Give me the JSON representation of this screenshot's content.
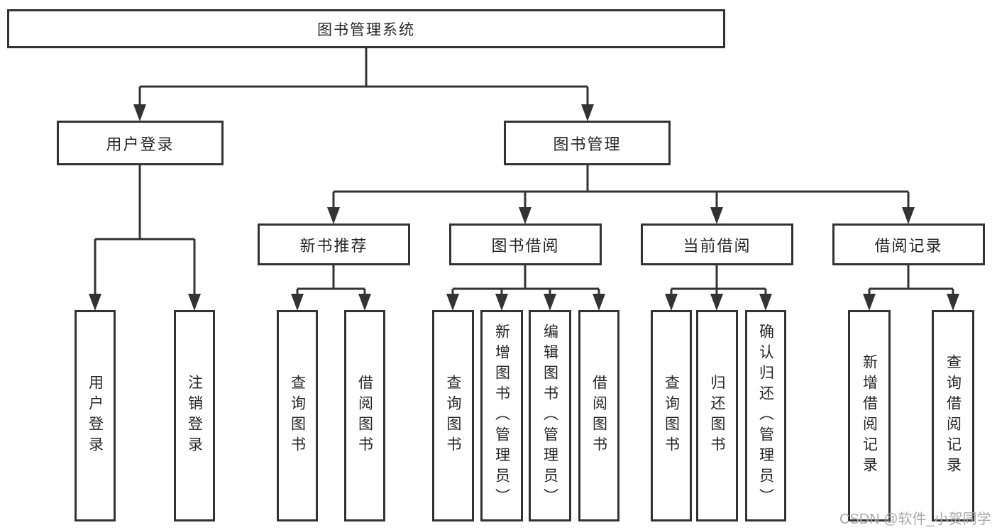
{
  "nodes": {
    "root": {
      "label": "图书管理系统"
    },
    "user_login": {
      "label": "用户登录"
    },
    "book_management": {
      "label": "图书管理"
    },
    "new_book_recommend": {
      "label": "新书推荐"
    },
    "book_borrow": {
      "label": "图书借阅"
    },
    "current_borrow": {
      "label": "当前借阅"
    },
    "borrow_record": {
      "label": "借阅记录"
    },
    "leaf_user_login": {
      "label": "用户登录"
    },
    "leaf_logout": {
      "label": "注销登录"
    },
    "leaf_rec_query_book": {
      "label": "查询图书"
    },
    "leaf_rec_borrow_book": {
      "label": "借阅图书"
    },
    "leaf_bb_query_book": {
      "label": "查询图书"
    },
    "leaf_bb_add_book": {
      "label": "新增图书（管理员）"
    },
    "leaf_bb_edit_book": {
      "label": "编辑图书（管理员）"
    },
    "leaf_bb_borrow_book": {
      "label": "借阅图书"
    },
    "leaf_cb_query_book": {
      "label": "查询图书"
    },
    "leaf_cb_return_book": {
      "label": "归还图书"
    },
    "leaf_cb_confirm_return": {
      "label": "确认归还（管理员）"
    },
    "leaf_br_add_record": {
      "label": "新增借阅记录"
    },
    "leaf_br_query_record": {
      "label": "查询借阅记录"
    }
  },
  "watermark": "CSDN @软件_小贺同学",
  "colors": {
    "line": "#333333",
    "text": "#262626",
    "watermark": "#a9a9a9",
    "background": "#ffffff"
  }
}
